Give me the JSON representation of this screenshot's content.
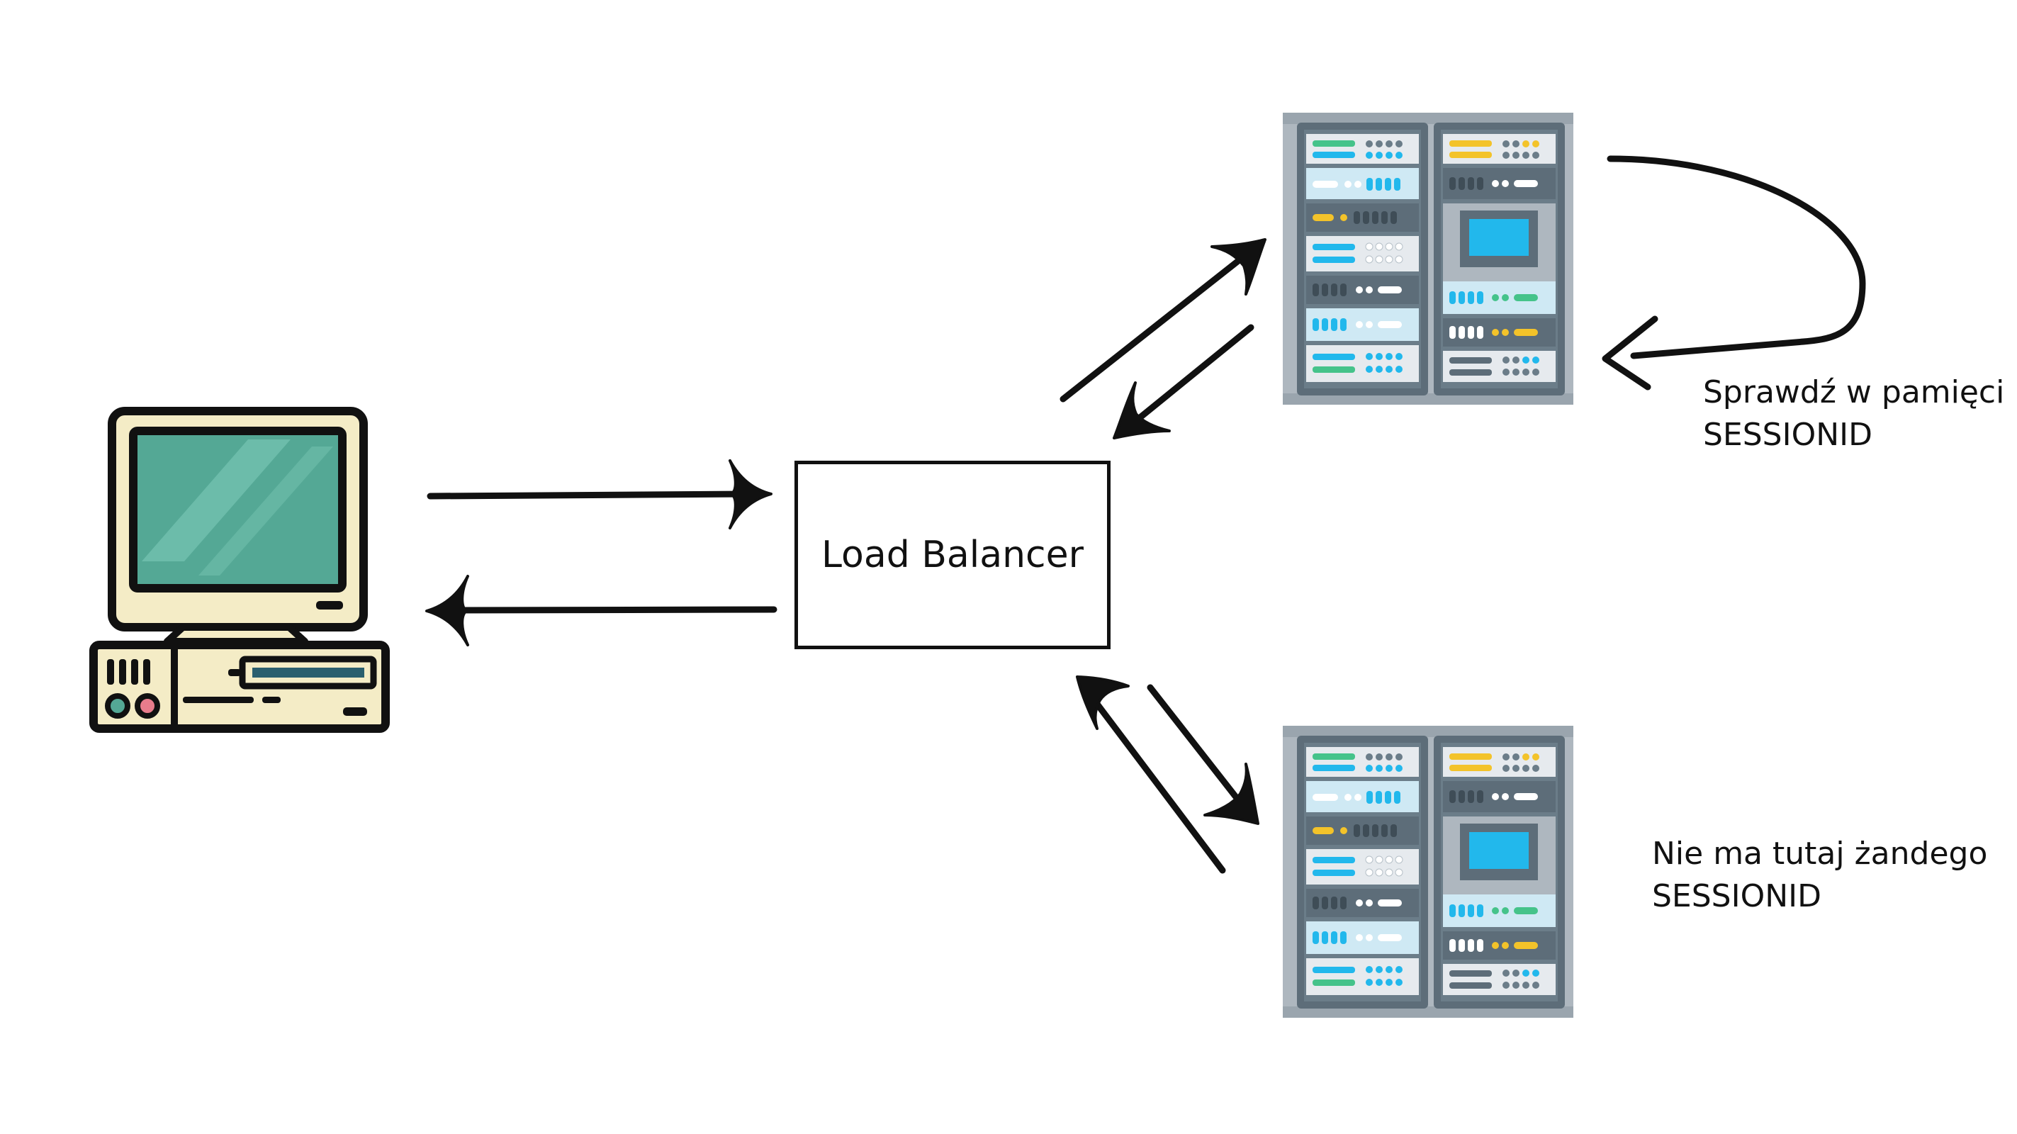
{
  "load_balancer": {
    "label": "Load Balancer"
  },
  "notes": {
    "server_top": {
      "line1": "Sprawdź w pamięci",
      "line2": "SESSIONID"
    },
    "server_bottom": {
      "line1": "Nie ma tutaj żandego",
      "line2": "SESSIONID"
    }
  },
  "icons": {
    "client": "desktop-computer-icon",
    "server_top": "server-rack-icon",
    "server_bottom": "server-rack-icon"
  },
  "colors": {
    "line": "#111111",
    "monitor_body": "#f4ecc6",
    "screen": "#54a895",
    "rack_frame": "#6b7d89",
    "rack_side": "#aeb7bf",
    "led_blue": "#22b8ec",
    "led_green": "#45c38a",
    "led_yellow": "#f3c32a"
  }
}
